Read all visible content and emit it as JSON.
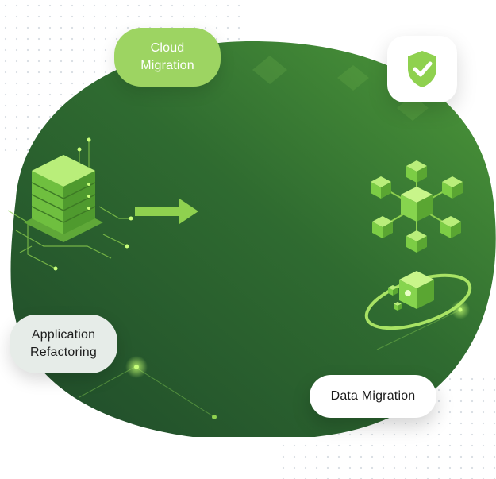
{
  "labels": {
    "cloud_line1": "Cloud",
    "cloud_line2": "Migration",
    "app_line1": "Application",
    "app_line2": "Refactoring",
    "data": "Data Migration"
  },
  "icons": {
    "shield": "shield-check-icon",
    "server": "server-stack-icon",
    "arrow": "arrow-right-icon",
    "network": "cube-network-icon",
    "orbit": "orbiting-cube-icon"
  },
  "colors": {
    "blob_dark": "#1f4a2a",
    "blob_light": "#4e9a3a",
    "accent": "#8fd14f",
    "cloud_pill": "#9dd462",
    "app_pill": "#e6ece8"
  }
}
